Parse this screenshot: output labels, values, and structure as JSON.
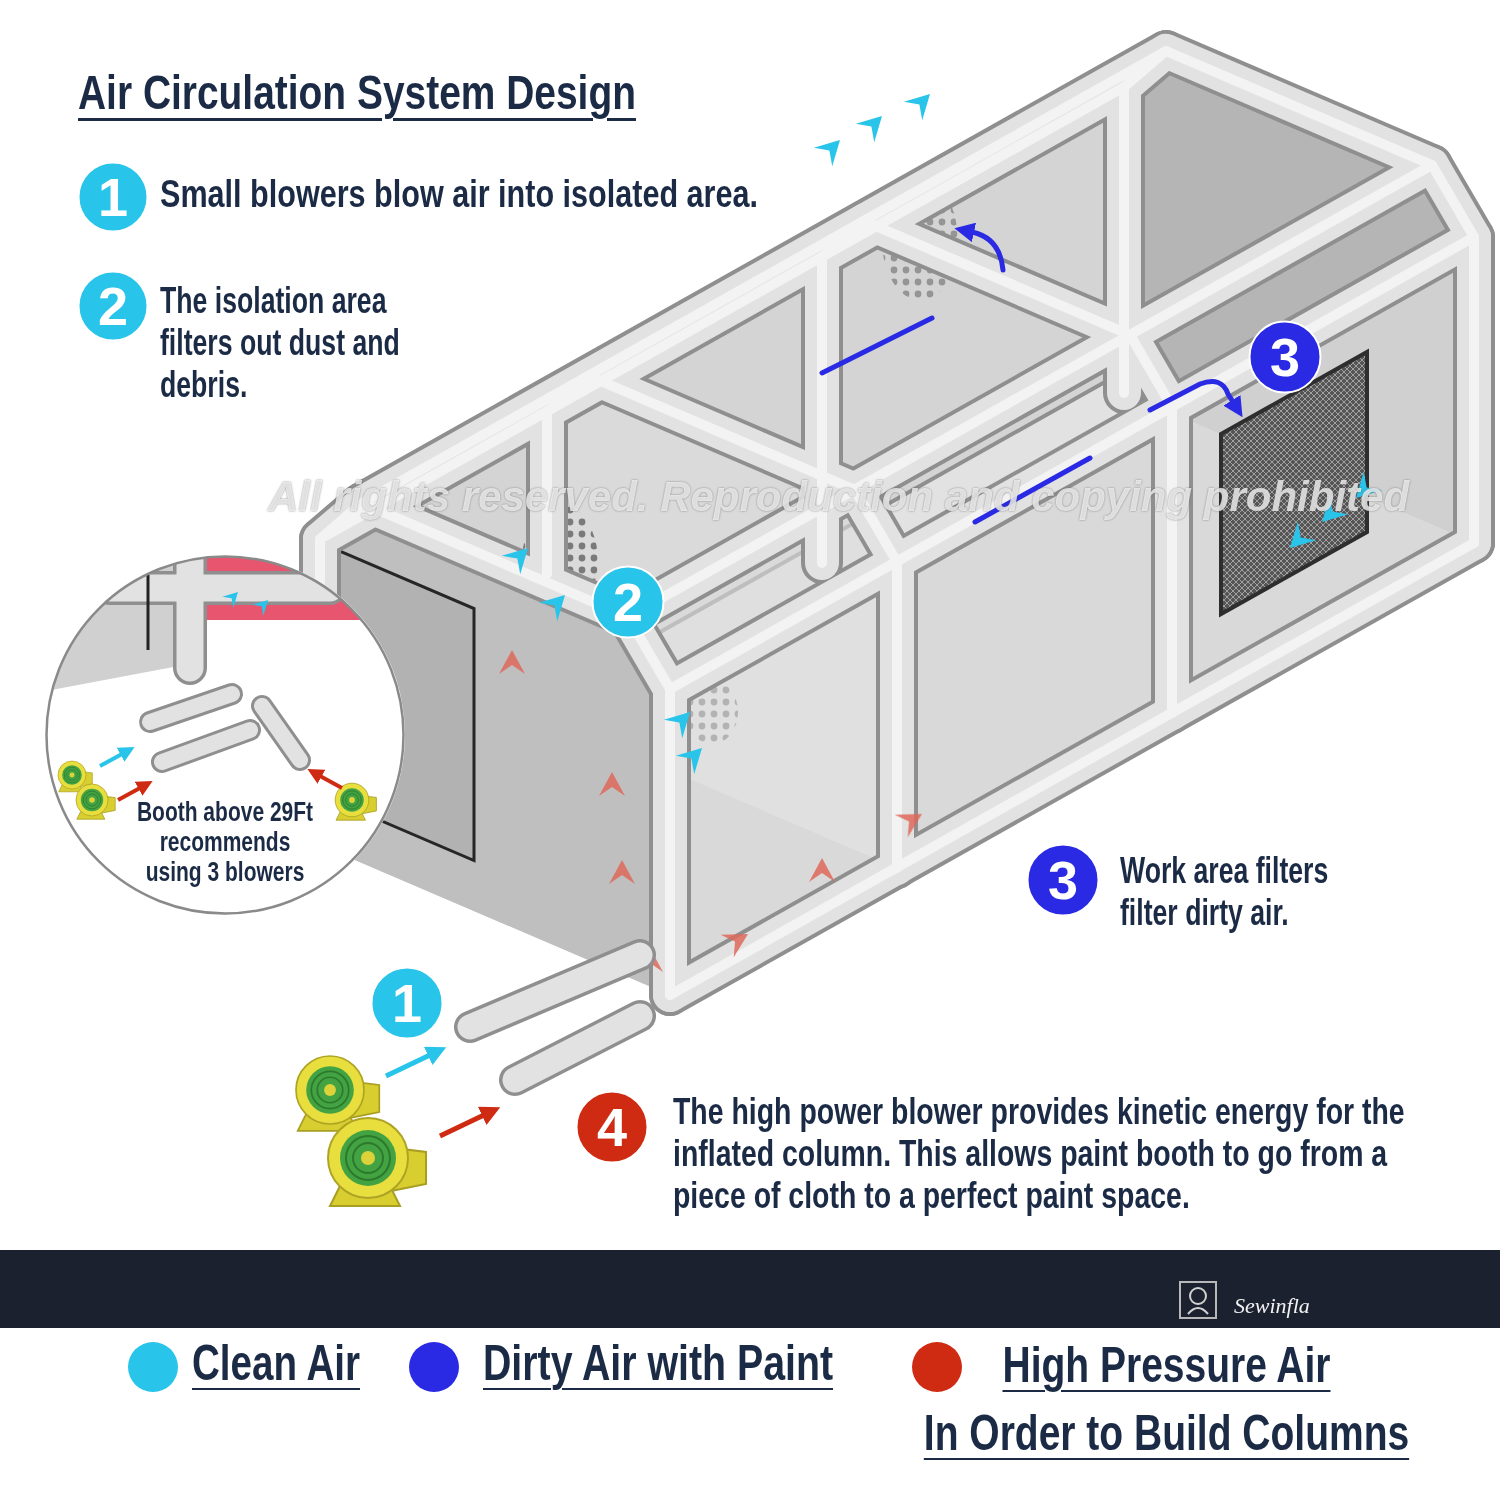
{
  "diagram": {
    "title": "Air Circulation System Design",
    "nodes": [
      {
        "text": [
          "1"
        ]
      },
      {
        "text": [
          "2"
        ]
      },
      {
        "text": [
          "3"
        ]
      },
      {
        "text": [
          "2"
        ]
      },
      {
        "text": [
          "Booth above 29Ft recommends using 3 blowers"
        ]
      },
      {
        "text": [
          "3"
        ]
      },
      {
        "text": [
          "1"
        ]
      },
      {
        "text": [
          "4"
        ]
      }
    ],
    "labels": [
      "Small blowers blow air into isolated area.",
      "The isolation area filters out dust and debris.",
      "All rights reserved. Reproduction and copying prohibited",
      "Work area filters filter dirty air.",
      "The high power blower provides kinetic energy for the inflated column. This allows paint booth to go from a piece of cloth to a perfect paint space.",
      "Sewinfla"
    ],
    "legend": [
      {
        "text": "Clean Air",
        "color": "#29c4ea"
      },
      {
        "text": "Dirty Air with Paint",
        "color": "#2a2ae4"
      },
      {
        "text": "High Pressure Air In Order to Build Columns",
        "color": "#cf2a12"
      }
    ]
  }
}
